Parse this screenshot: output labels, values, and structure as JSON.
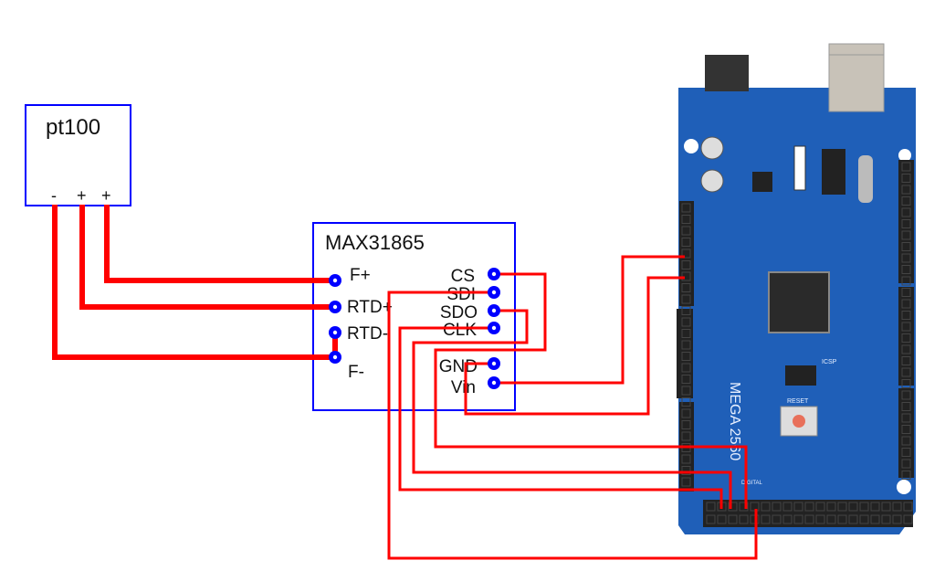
{
  "colors": {
    "wire": "#ff0000",
    "module_outline": "#0000ff",
    "pin": "#0000ff",
    "board": "#1f5fb8",
    "header": "#222222"
  },
  "sensor": {
    "title": "pt100",
    "pins": [
      "-",
      "+",
      "+"
    ]
  },
  "module": {
    "title": "MAX31865",
    "left_pins": [
      "F+",
      "RTD+",
      "RTD-",
      "F-"
    ],
    "right_pins": [
      "CS",
      "SDI",
      "SDO",
      "CLK",
      "GND",
      "Vin"
    ]
  },
  "board": {
    "name": "MEGA 2560",
    "reset_label": "RESET",
    "icsp_label": "ICSP",
    "digital_label": "DIGITAL",
    "reset_button_icon": "reset-button"
  },
  "connections": [
    {
      "from": "pt100 +",
      "to": "F+"
    },
    {
      "from": "pt100 +",
      "to": "RTD+"
    },
    {
      "from": "pt100 -",
      "to": "F-"
    },
    {
      "from": "RTD-",
      "to": "F-"
    },
    {
      "from": "CS",
      "to": "D53"
    },
    {
      "from": "SDI",
      "to": "D51 row"
    },
    {
      "from": "SDO",
      "to": "D50"
    },
    {
      "from": "CLK",
      "to": "D52"
    },
    {
      "from": "GND",
      "to": "GND"
    },
    {
      "from": "Vin",
      "to": "5V"
    }
  ]
}
